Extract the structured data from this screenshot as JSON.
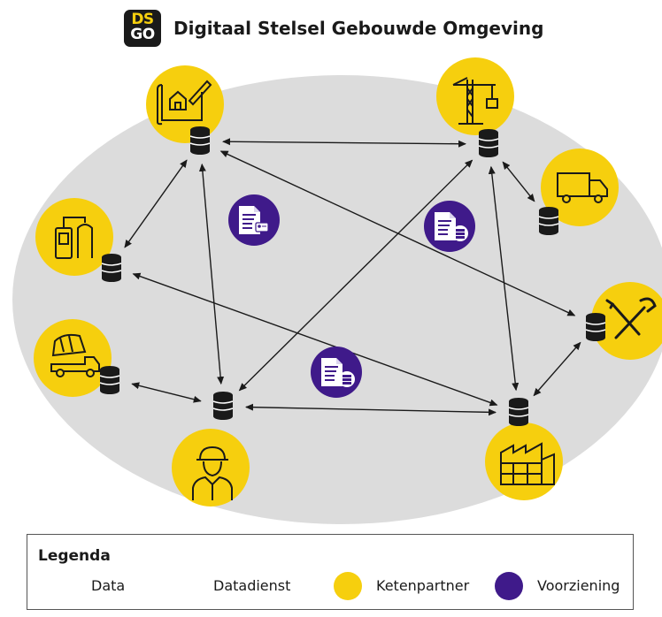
{
  "header": {
    "logo_line1": "DS",
    "logo_line2": "GO",
    "title": "Digitaal Stelsel Gebouwde Omgeving"
  },
  "diagram": {
    "partners": [
      {
        "id": "architect",
        "icon": "blueprint-house-icon"
      },
      {
        "id": "crane",
        "icon": "construction-crane-icon"
      },
      {
        "id": "truck",
        "icon": "delivery-truck-icon"
      },
      {
        "id": "plant",
        "icon": "industrial-tanks-icon"
      },
      {
        "id": "tools",
        "icon": "wrench-screwdriver-icon"
      },
      {
        "id": "mixer",
        "icon": "cement-mixer-truck-icon"
      },
      {
        "id": "worker",
        "icon": "construction-worker-icon"
      },
      {
        "id": "factory",
        "icon": "factory-icon"
      }
    ],
    "services": [
      {
        "id": "service-1",
        "icon": "document-id-card-icon"
      },
      {
        "id": "service-2",
        "icon": "document-database-icon"
      },
      {
        "id": "service-3",
        "icon": "document-database-icon"
      }
    ],
    "connections": [
      [
        "architect",
        "crane"
      ],
      [
        "architect",
        "plant"
      ],
      [
        "architect",
        "worker"
      ],
      [
        "architect",
        "tools"
      ],
      [
        "crane",
        "truck"
      ],
      [
        "crane",
        "worker"
      ],
      [
        "crane",
        "factory"
      ],
      [
        "plant",
        "factory"
      ],
      [
        "mixer",
        "worker"
      ],
      [
        "worker",
        "factory"
      ],
      [
        "factory",
        "tools"
      ]
    ]
  },
  "legend": {
    "title": "Legenda",
    "data_label": "Data",
    "service_label": "Datadienst",
    "partner_label": "Ketenpartner",
    "provision_label": "Voorziening"
  },
  "colors": {
    "partner": "#f6cf0e",
    "provision": "#3f1a8a",
    "background": "#dcdcdc",
    "ink": "#1a1a1a"
  }
}
